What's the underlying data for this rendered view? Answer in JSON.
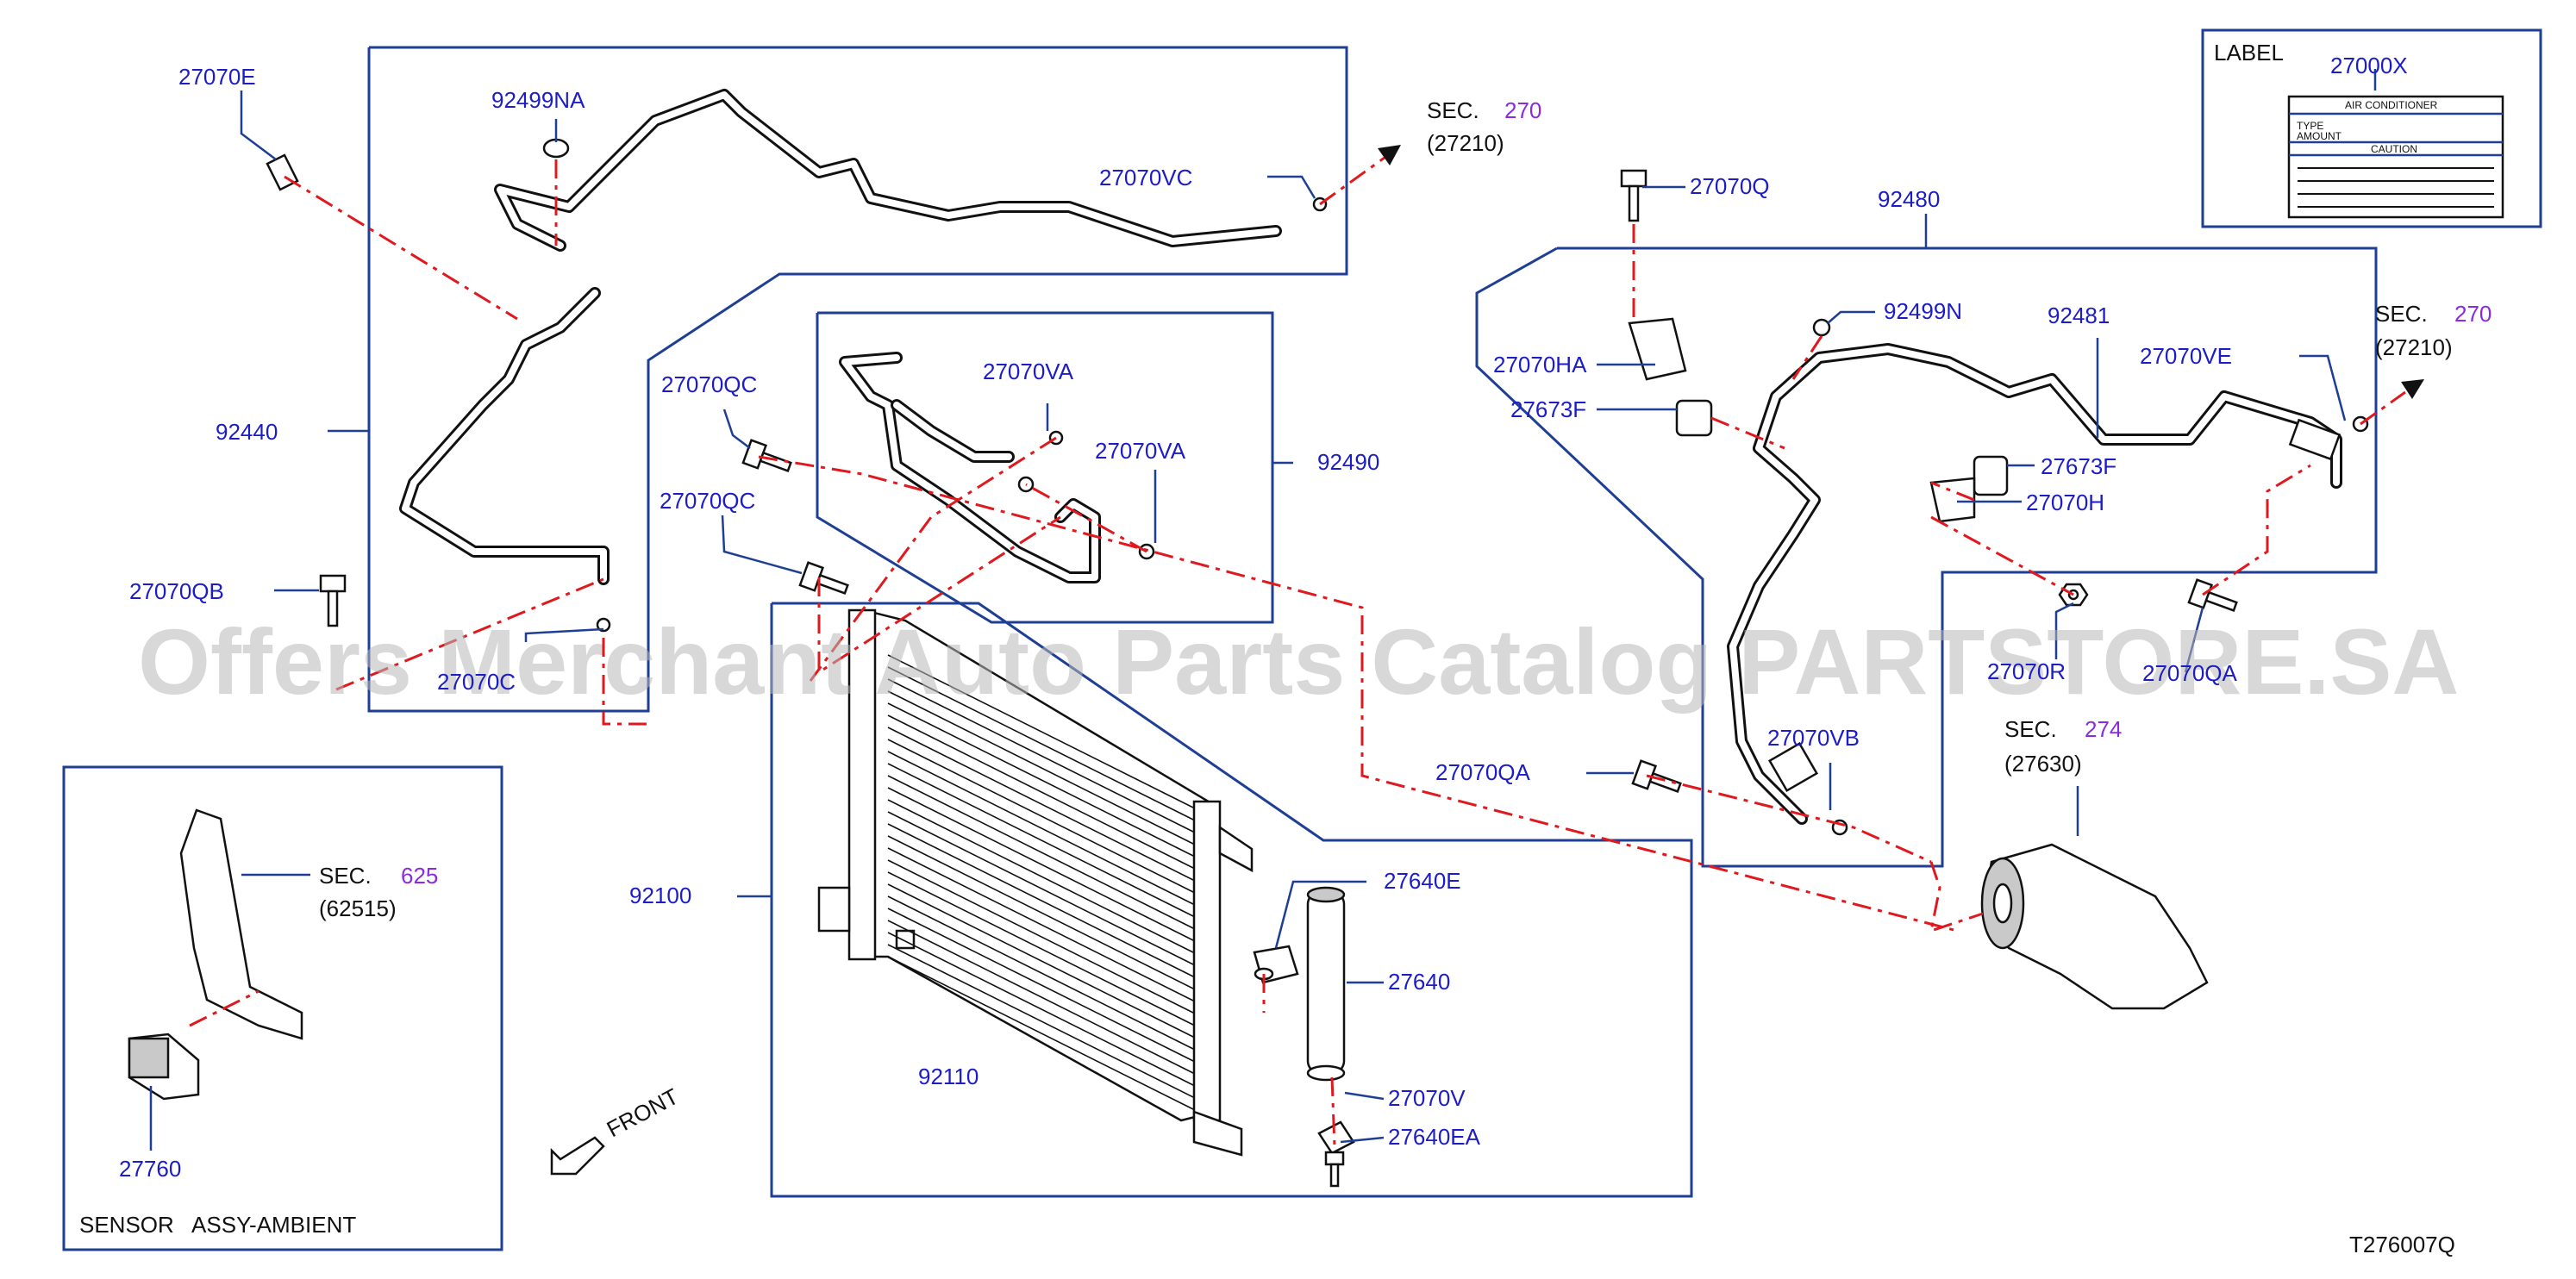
{
  "diagram_code": "T276007Q",
  "watermark": "Offers Merchant Auto Parts Catalog PARTSTORE.SA",
  "label_box": {
    "title": "LABEL",
    "part": "27000X",
    "plate_lines": [
      "AIR CONDITIONER",
      "TYPE",
      "AMOUNT",
      "CAUTION"
    ]
  },
  "sensor_box": {
    "caption": "SENSOR   ASSY-AMBIENT",
    "part": "27760",
    "front": "FRONT"
  },
  "sec_refs": [
    {
      "prefix": "SEC.",
      "num": "270",
      "ref": "(27210)"
    },
    {
      "prefix": "SEC.",
      "num": "270",
      "ref": "(27210)"
    },
    {
      "prefix": "SEC.",
      "num": "274",
      "ref": "(27630)"
    },
    {
      "prefix": "SEC.",
      "num": "625",
      "ref": "(62515)"
    }
  ],
  "parts": {
    "p27070E": "27070E",
    "p92499NA": "92499NA",
    "p27070VC": "27070VC",
    "p92440": "92440",
    "p27070QB": "27070QB",
    "p27070C": "27070C",
    "p27070QC_1": "27070QC",
    "p27070QC_2": "27070QC",
    "p27070VA_1": "27070VA",
    "p27070VA_2": "27070VA",
    "p92490": "92490",
    "p92100": "92100",
    "p92110": "92110",
    "p27640E": "27640E",
    "p27640": "27640",
    "p27070V": "27070V",
    "p27640EA": "27640EA",
    "p27070QA": "27070QA",
    "p27070VB": "27070VB",
    "p27070Q": "27070Q",
    "p92480": "92480",
    "p92499N": "92499N",
    "p92481": "92481",
    "p27070VE": "27070VE",
    "p27070HA": "27070HA",
    "p27673F_1": "27673F",
    "p27673F_2": "27673F",
    "p27070H": "27070H",
    "p27070R": "27070R",
    "p27070QA_2": "27070QA"
  }
}
